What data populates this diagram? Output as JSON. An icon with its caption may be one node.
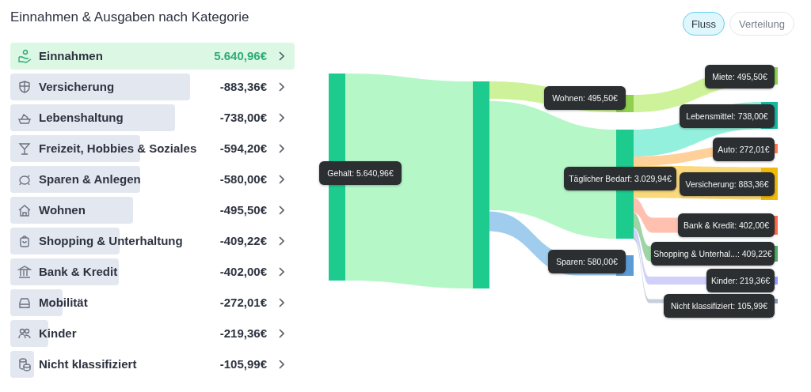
{
  "diagram": {
    "title": "Einnahmen & Ausgaben nach Kategorie",
    "nodes": [
      {
        "text": [
          "Gehalt: 5.640,96€"
        ]
      },
      {
        "text": [],
        "shape": "bar"
      },
      {
        "text": [
          "Wohnen: 495,50€"
        ]
      },
      {
        "text": [
          "Täglicher Bedarf: 3.029,94€"
        ]
      },
      {
        "text": [
          "Sparen: 580,00€"
        ]
      },
      {
        "text": [
          "Miete: 495,50€"
        ]
      },
      {
        "text": [
          "Lebensmittel: 738,00€"
        ]
      },
      {
        "text": [
          "Auto: 272,01€"
        ]
      },
      {
        "text": [
          "Versicherung: 883,36€"
        ]
      },
      {
        "text": [
          "Bank & Kredit: 402,00€"
        ]
      },
      {
        "text": [
          "Shopping & Unterhal...: 409,22€"
        ]
      },
      {
        "text": [
          "Kinder: 219,36€"
        ]
      },
      {
        "text": [
          "Nicht klassifiziert: 105,99€"
        ]
      }
    ],
    "edges": [
      {
        "from": 0,
        "to": 1,
        "arrow": "none",
        "color": "#b6f7c8"
      },
      {
        "from": 1,
        "to": 2,
        "arrow": "none",
        "color": "#cdf29a"
      },
      {
        "from": 1,
        "to": 3,
        "arrow": "none",
        "color": "#b6f7c8"
      },
      {
        "from": 1,
        "to": 4,
        "arrow": "none",
        "color": "#a0cdee"
      },
      {
        "from": 2,
        "to": 5,
        "arrow": "none",
        "color": "#cdf29a"
      },
      {
        "from": 3,
        "to": 6,
        "arrow": "none",
        "color": "#93f0dc"
      },
      {
        "from": 3,
        "to": 7,
        "arrow": "none",
        "color": "#ffd09a"
      },
      {
        "from": 3,
        "to": 8,
        "arrow": "none",
        "color": "#fad97a"
      },
      {
        "from": 3,
        "to": 9,
        "arrow": "none",
        "color": "#ffc0b0"
      },
      {
        "from": 3,
        "to": 10,
        "arrow": "none",
        "color": "#9fd4a6"
      },
      {
        "from": 3,
        "to": 11,
        "arrow": "none",
        "color": "#d0d0fa"
      },
      {
        "from": 3,
        "to": 12,
        "arrow": "none",
        "color": "#c8d0dc"
      }
    ],
    "labels": [
      "Fluss",
      "Verteilung",
      "Einnahmen",
      "5.640,96€",
      "Versicherung",
      "-883,36€",
      "Lebenshaltung",
      "-738,00€",
      "Freizeit, Hobbies & Soziales",
      "-594,20€",
      "Sparen & Anlegen",
      "-580,00€",
      "Wohnen",
      "-495,50€",
      "Shopping & Unterhaltung",
      "-409,22€",
      "Bank & Kredit",
      "-402,00€",
      "Mobilität",
      "-272,01€",
      "Kinder",
      "-219,36€",
      "Nicht klassifiziert",
      "-105,99€"
    ]
  }
}
